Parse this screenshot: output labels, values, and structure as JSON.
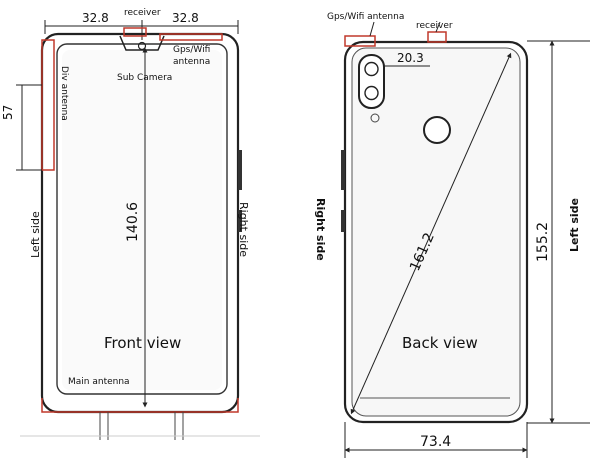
{
  "front": {
    "dim_left_top": "32.8",
    "dim_right_top": "32.8",
    "receiver": "receiver",
    "gps_wifi": "Gps/Wifi",
    "antenna": "antenna",
    "sub_camera": "Sub Camera",
    "div_antenna": "Div antenna",
    "dim_side": "57",
    "height": "140.6",
    "left_side": "Left side",
    "right_side": "Right side",
    "view_label": "Front view",
    "main_antenna": "Main antenna"
  },
  "back": {
    "gps_wifi_antenna": "Gps/Wifi antenna",
    "receiver": "receiver",
    "dim_top": "20.3",
    "right_side": "Right side",
    "diagonal": "161.2",
    "height": "155.2",
    "left_side": "Left side",
    "view_label": "Back view",
    "width": "73.4"
  },
  "colors": {
    "line": "#222222",
    "antenna": "#c0392b",
    "background": "#ffffff"
  }
}
